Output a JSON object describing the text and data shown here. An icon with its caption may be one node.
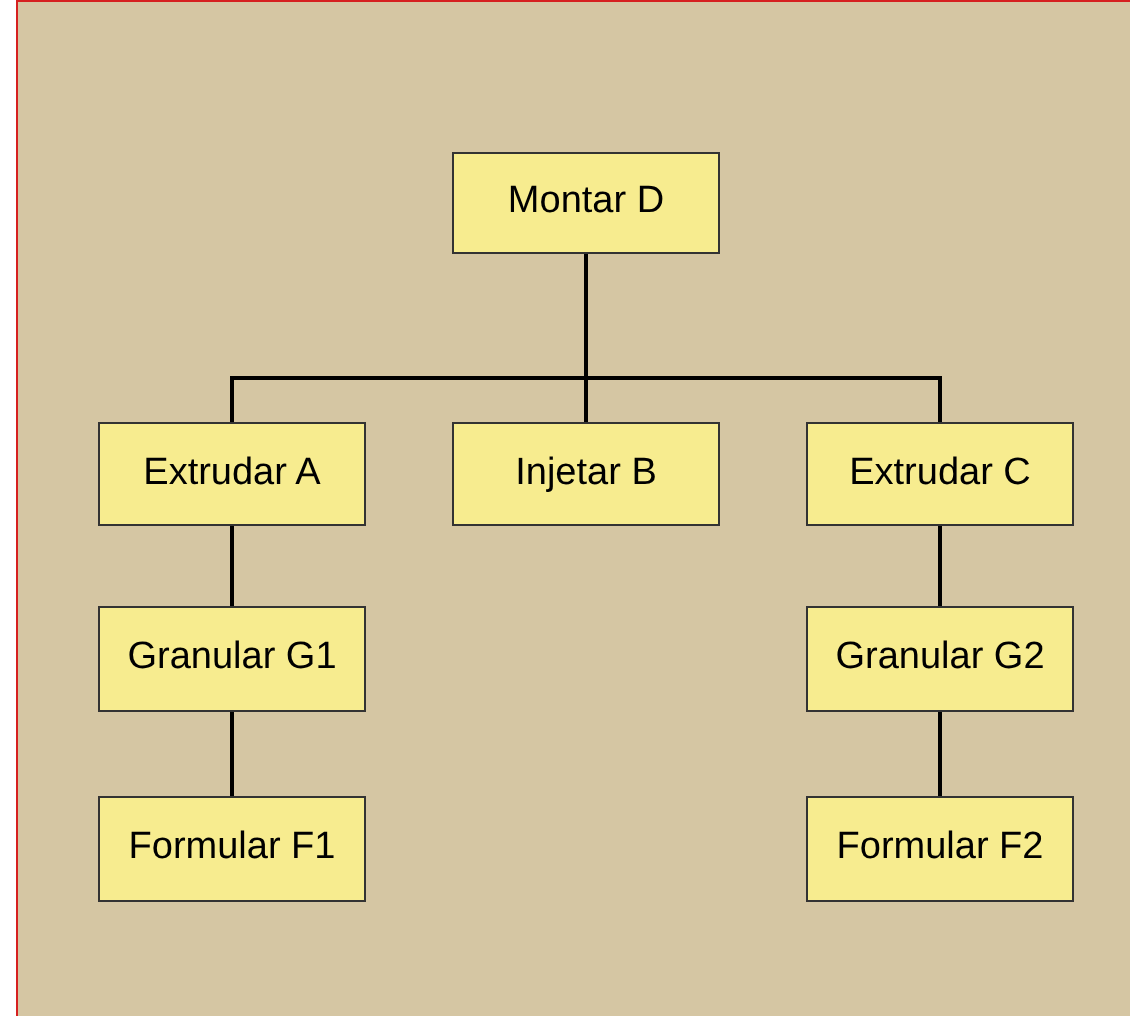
{
  "diagram": {
    "nodes": [
      {
        "text": [
          "Montar D"
        ]
      },
      {
        "text": [
          "Extrudar A"
        ]
      },
      {
        "text": [
          "Injetar B"
        ]
      },
      {
        "text": [
          "Extrudar C"
        ]
      },
      {
        "text": [
          "Granular G1"
        ]
      },
      {
        "text": [
          "Granular G2"
        ]
      },
      {
        "text": [
          "Formular F1"
        ]
      },
      {
        "text": [
          "Formular F2"
        ]
      }
    ],
    "edges": [
      {
        "from": 0,
        "to": 1,
        "arrow": "none"
      },
      {
        "from": 0,
        "to": 2,
        "arrow": "none"
      },
      {
        "from": 0,
        "to": 3,
        "arrow": "none"
      },
      {
        "from": 1,
        "to": 4,
        "arrow": "none"
      },
      {
        "from": 4,
        "to": 6,
        "arrow": "none"
      },
      {
        "from": 3,
        "to": 5,
        "arrow": "none"
      },
      {
        "from": 5,
        "to": 7,
        "arrow": "none"
      }
    ]
  }
}
